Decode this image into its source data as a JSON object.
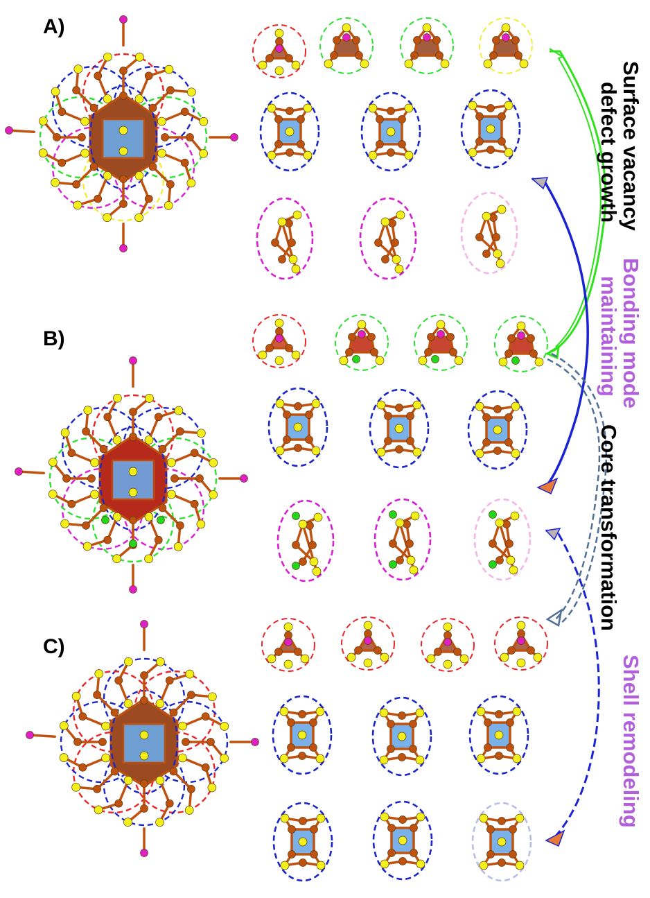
{
  "panels": [
    {
      "id": "A",
      "label": "A)"
    },
    {
      "id": "B",
      "label": "B)"
    },
    {
      "id": "C",
      "label": "C)"
    }
  ],
  "annotations": {
    "surface_vacancy": {
      "line1": "Surface vacancy",
      "line2": "defect growth",
      "color": "#000000"
    },
    "bonding_mode": {
      "line1": "Bonding mode",
      "line2": "maintaining",
      "color": "#b25fdb"
    },
    "core_transformation": {
      "text": "Core transformation",
      "color": "#000000"
    },
    "shell_remodeling": {
      "text": "Shell remodeling",
      "color": "#b25fdb"
    }
  },
  "colors": {
    "sulfur": "#f2ef1a",
    "copper": "#c0520f",
    "ligand_terminal": "#e21fc6",
    "chlorine": "#23d81a",
    "core_face": "#6aa8e6",
    "ring_red": "#e8262a",
    "ring_green": "#2ee030",
    "ring_blue": "#1b26c8",
    "ring_magenta": "#d61fd0",
    "ring_yellow": "#f4ec3b",
    "ring_pink": "#f3b6e6",
    "ring_lavender": "#b8bde6",
    "arrow_green": "#2de21a",
    "arrow_blue": "#1a22d6",
    "arrow_orange": "#e67a36",
    "arrow_gray": "#bcb3b0",
    "arrow_slate": "#4f6f94"
  }
}
